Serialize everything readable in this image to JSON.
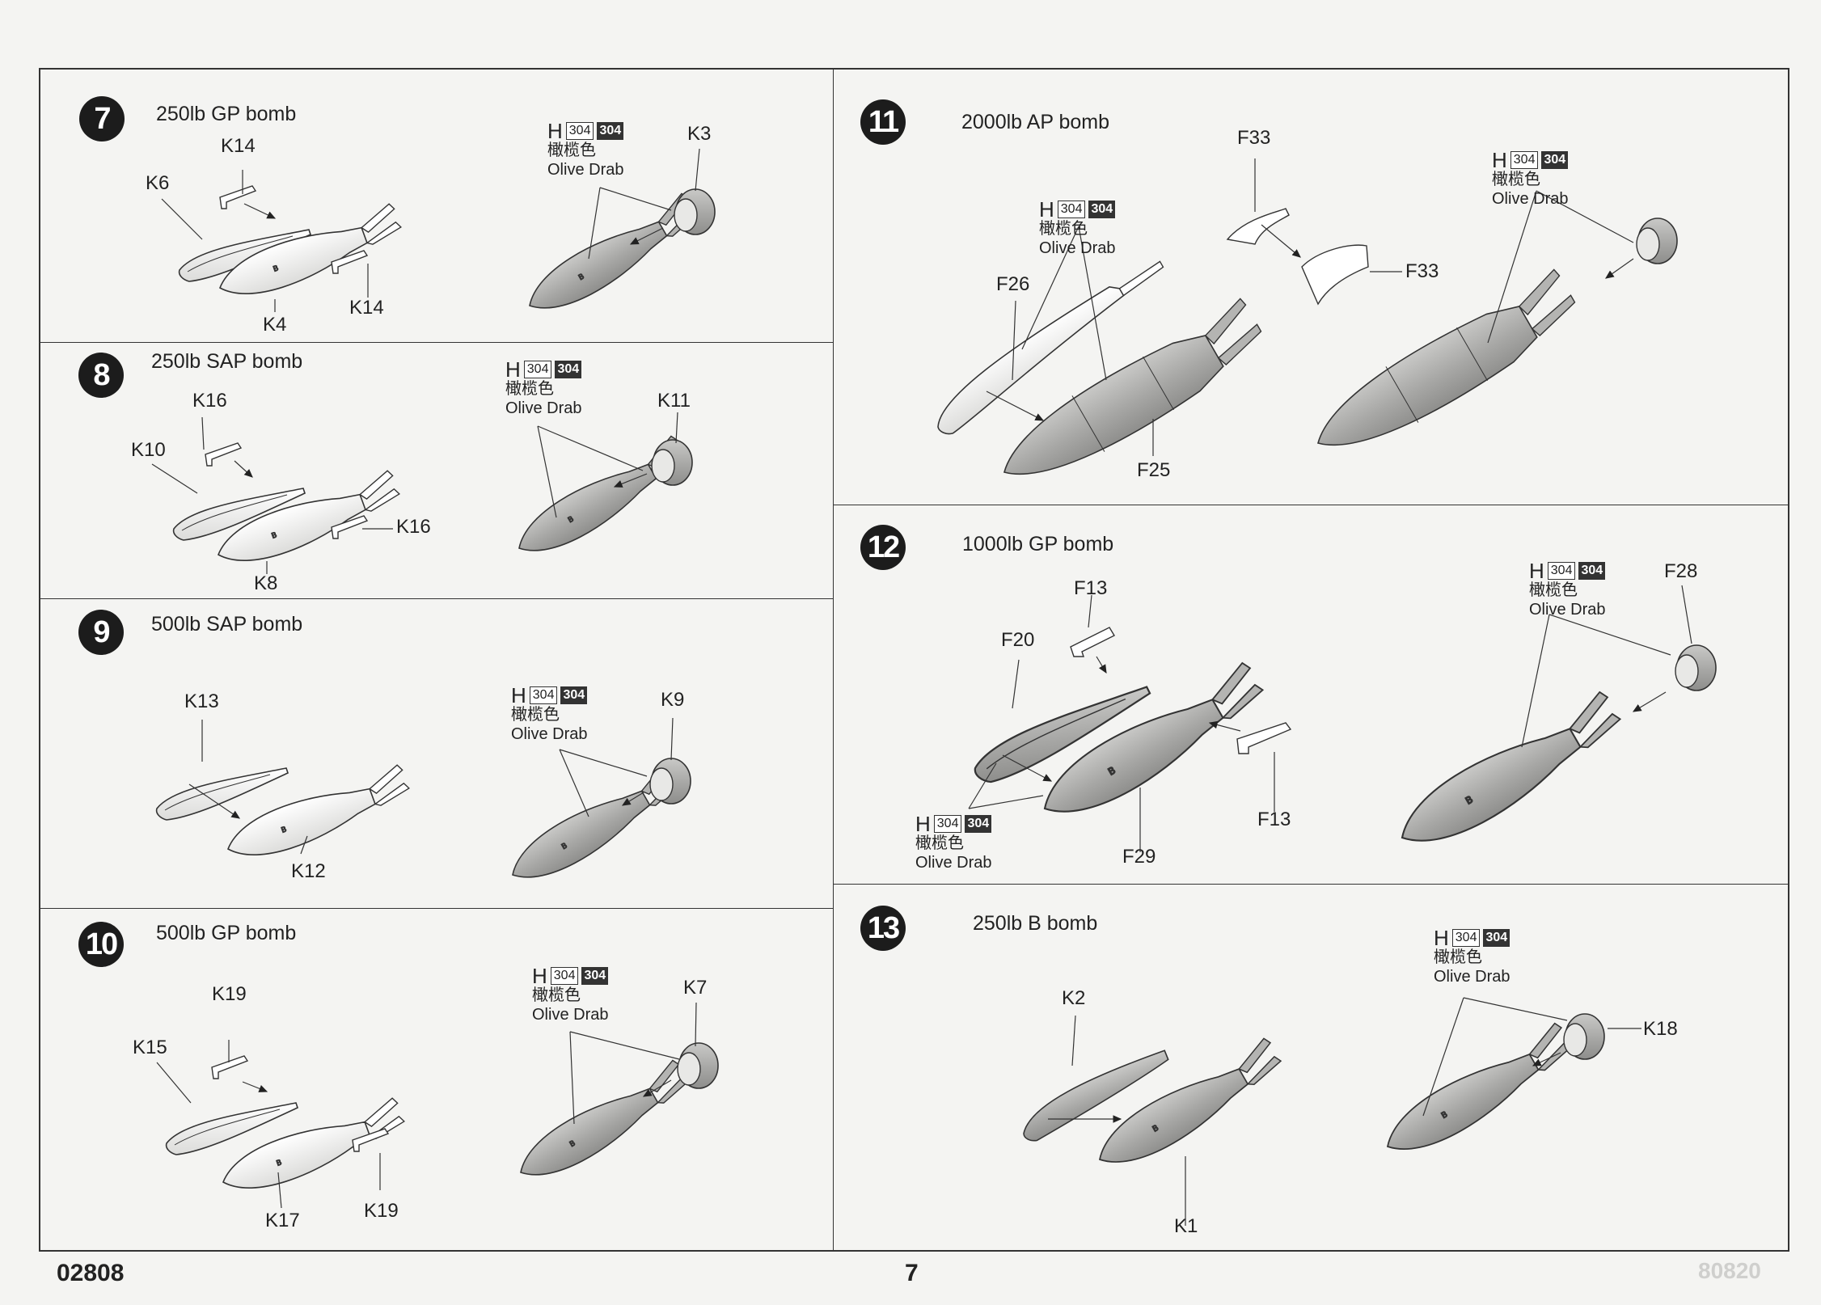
{
  "page": {
    "code": "02808",
    "page_number": "7",
    "faint_code": "80820"
  },
  "paint": {
    "letter": "H",
    "code1": "304",
    "code2": "304",
    "chinese": "橄榄色",
    "english": "Olive Drab"
  },
  "steps": [
    {
      "num": "7",
      "title": "250lb GP bomb",
      "parts": {
        "k14a": "K14",
        "k6": "K6",
        "k4": "K4",
        "k14b": "K14",
        "k3": "K3"
      }
    },
    {
      "num": "8",
      "title": "250lb SAP bomb",
      "parts": {
        "k16a": "K16",
        "k10": "K10",
        "k8": "K8",
        "k16b": "K16",
        "k11": "K11"
      }
    },
    {
      "num": "9",
      "title": "500lb SAP bomb",
      "parts": {
        "k13": "K13",
        "k12": "K12",
        "k9": "K9"
      }
    },
    {
      "num": "10",
      "title": "500lb GP bomb",
      "parts": {
        "k19a": "K19",
        "k15": "K15",
        "k17": "K17",
        "k19b": "K19",
        "k7": "K7"
      }
    },
    {
      "num": "11",
      "title": "2000lb AP bomb",
      "parts": {
        "f33a": "F33",
        "f33b": "F33",
        "f26": "F26",
        "f25": "F25"
      }
    },
    {
      "num": "12",
      "title": "1000lb GP bomb",
      "parts": {
        "f13a": "F13",
        "f20": "F20",
        "f13b": "F13",
        "f29": "F29",
        "f28": "F28"
      }
    },
    {
      "num": "13",
      "title": "250lb B bomb",
      "parts": {
        "k2": "K2",
        "k1": "K1",
        "k18": "K18"
      }
    }
  ]
}
